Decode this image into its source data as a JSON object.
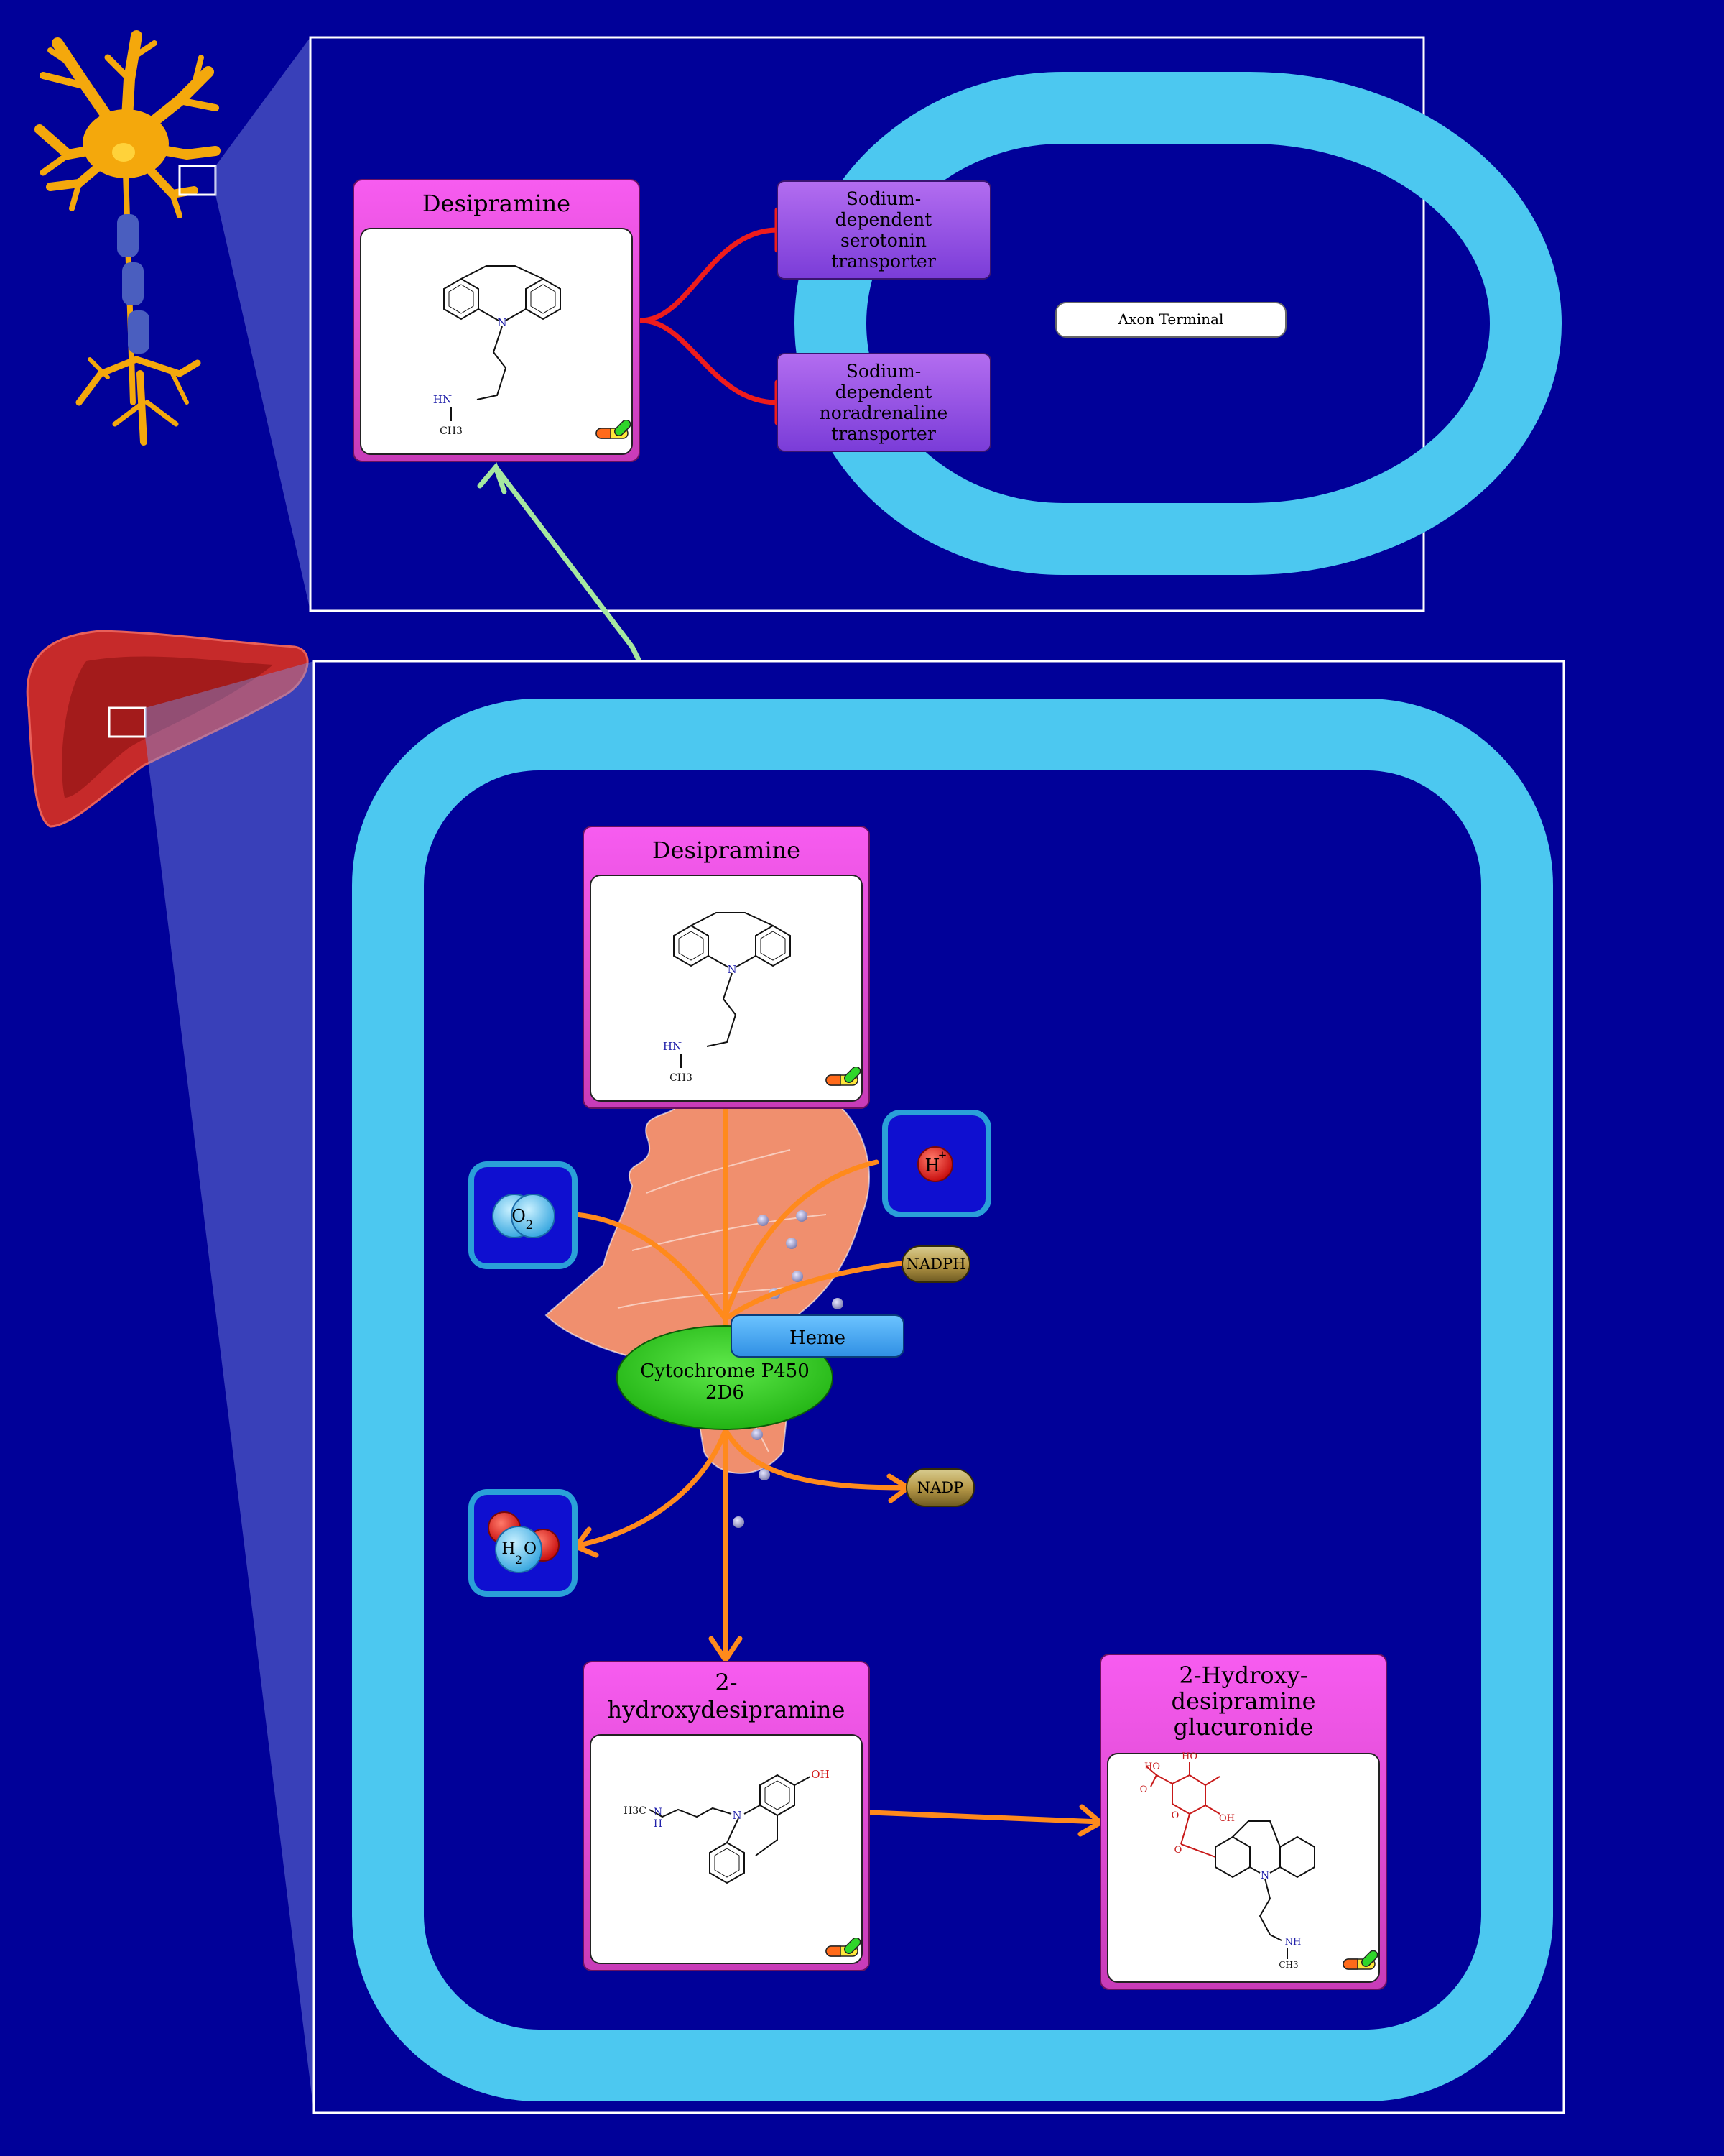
{
  "neuron_panel": {
    "compartment_label": "Axon Terminal",
    "drug": {
      "name": "Desipramine",
      "atoms": {
        "n": "N",
        "hn": "HN",
        "ch3": "CH3"
      }
    },
    "targets": [
      {
        "label_lines": [
          "Sodium-",
          "dependent",
          "serotonin",
          "transporter"
        ]
      },
      {
        "label_lines": [
          "Sodium-",
          "dependent",
          "noradrenaline",
          "transporter"
        ]
      }
    ]
  },
  "liver_panel": {
    "drug": {
      "name": "Desipramine",
      "atoms": {
        "n": "N",
        "hn": "HN",
        "ch3": "CH3"
      }
    },
    "enzyme": {
      "label_lines": [
        "Cytochrome P450",
        "2D6"
      ]
    },
    "cofactor": "Heme",
    "small_molecules": {
      "o2": {
        "main": "O",
        "sub": "2"
      },
      "h_plus": {
        "main": "H",
        "sup": "+"
      },
      "water": {
        "main1": "H",
        "sub": "2",
        "main2": "O"
      }
    },
    "nadph": "NADPH",
    "nadp": "NADP",
    "metabolite1": {
      "name_lines": [
        "2-",
        "hydroxydesipramine"
      ],
      "atoms": {
        "oh": "OH",
        "n": "N",
        "h3c": "H3C",
        "nh": "N",
        "h": "H"
      }
    },
    "metabolite2": {
      "name_lines": [
        "2-Hydroxy-",
        "desipramine",
        "glucuronide"
      ],
      "atoms": {
        "ho1": "HO",
        "ho2": "HO",
        "oh": "OH",
        "o1": "O",
        "o2": "O",
        "o3": "O",
        "n": "N",
        "nh": "NH",
        "ch3": "CH3"
      }
    }
  },
  "colors": {
    "background": "#010199",
    "membrane": "#4cc8f0",
    "drug_box": "#f554e8",
    "transporter": "#9b4fe3",
    "inhibition": "#ee1c1c",
    "transport": "#a6e8a0",
    "reaction": "#ff8a1c",
    "enzyme": "#3bd12a",
    "heme": "#4aa8f0"
  }
}
